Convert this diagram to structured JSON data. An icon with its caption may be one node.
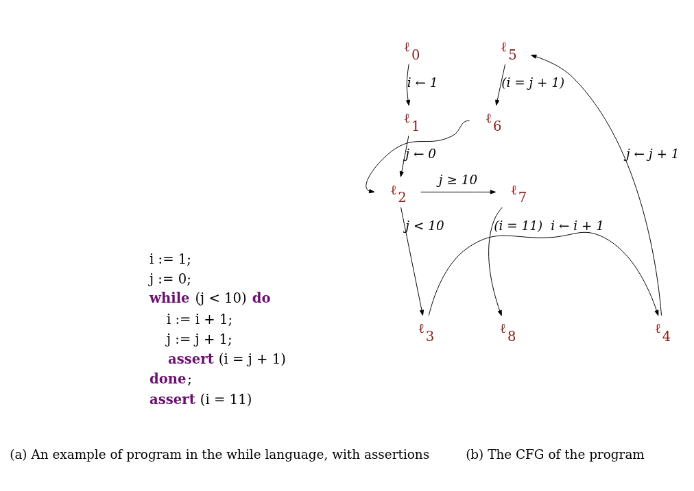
{
  "diagram": {
    "nodes": [
      {
        "text": [
          "ℓ$_{0}$"
        ]
      },
      {
        "text": [
          "ℓ$_{1}$"
        ]
      },
      {
        "text": [
          "ℓ$_{2}$"
        ]
      },
      {
        "text": [
          "ℓ$_{7}$"
        ]
      },
      {
        "text": [
          "ℓ$_{3}$"
        ]
      },
      {
        "text": [
          "ℓ$_{8}$"
        ]
      },
      {
        "text": [
          "ℓ$_{4}$"
        ]
      },
      {
        "text": [
          "ℓ$_{5}$"
        ]
      },
      {
        "text": [
          "ℓ$_{6}$"
        ]
      }
    ],
    "edges": [
      {
        "from": 0,
        "to": 1,
        "arrow": "to",
        "label": "i ← 1"
      },
      {
        "from": 1,
        "to": 2,
        "arrow": "to",
        "label": "j ← 0"
      },
      {
        "from": 2,
        "to": 3,
        "arrow": "to",
        "label": "j ≥ 10"
      },
      {
        "from": 2,
        "to": 4,
        "arrow": "to",
        "label": "j < 10"
      },
      {
        "from": 3,
        "to": 5,
        "arrow": "to",
        "label": "(i = 11)"
      },
      {
        "from": 4,
        "to": 6,
        "arrow": "to",
        "label": "i ← i + 1"
      },
      {
        "from": 6,
        "to": 7,
        "arrow": "to",
        "label": "j ← j + 1"
      },
      {
        "from": 7,
        "to": 8,
        "arrow": "to",
        "label": "(i = j + 1)"
      },
      {
        "from": 8,
        "to": 2,
        "arrow": "to"
      }
    ],
    "labels": [
      "i := 1;",
      "j := 0;",
      "**while** (j < 10) **do**",
      "i := i + 1;",
      "j := j + 1;",
      "**assert** (i = j + 1)",
      "**done**;",
      "**assert** (i = 11)",
      "(a) An example of program in the while language, with assertions",
      "(b) The CFG of the program"
    ]
  }
}
